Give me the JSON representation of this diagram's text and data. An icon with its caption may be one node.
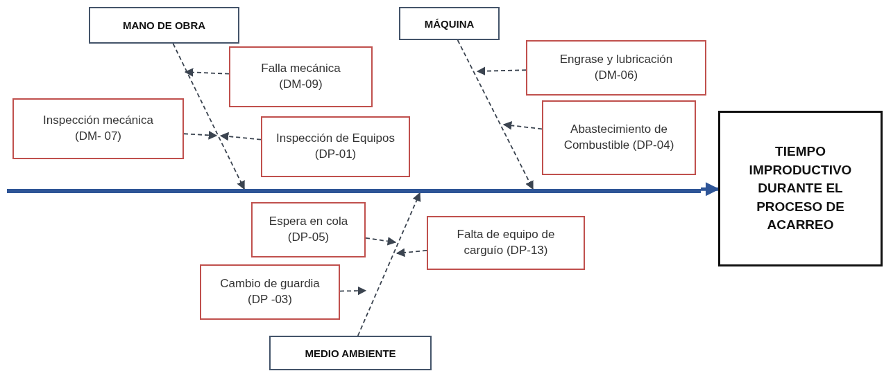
{
  "diagram": {
    "nodes": [
      {
        "text": [
          "MANO DE OBRA"
        ]
      },
      {
        "text": [
          "Falla mecánica (DM-09)"
        ]
      },
      {
        "text": [
          "Inspección mecánica (DM- 07)"
        ]
      },
      {
        "text": [
          "Inspección de Equipos (DP-01)"
        ]
      },
      {
        "text": [
          "MÁQUINA"
        ]
      },
      {
        "text": [
          "Engrase y lubricación (DM-06)"
        ]
      },
      {
        "text": [
          "Abastecimiento de Combustible (DP-04)"
        ]
      },
      {
        "text": [
          "TIEMPO IMPRODUCTIVO DURANTE EL PROCESO DE ACARREO"
        ]
      },
      {
        "text": [
          "Espera en cola (DP-05)"
        ]
      },
      {
        "text": [
          "Falta de equipo de carguío (DP-13)"
        ]
      },
      {
        "text": [
          "Cambio de guardia (DP -03)"
        ]
      },
      {
        "text": [
          "MEDIO AMBIENTE"
        ]
      },
      {
        "text": [],
        "shape": "bar"
      }
    ],
    "edges": [
      {
        "from": 12,
        "to": 7,
        "arrow": "to",
        "style": "thick",
        "color": "#2e5597"
      },
      {
        "from": 0,
        "to": 12,
        "arrow": "to",
        "style": "dashed"
      },
      {
        "from": 1,
        "to": null,
        "arrow": "to",
        "style": "dashed"
      },
      {
        "from": 2,
        "to": null,
        "arrow": "to",
        "style": "dashed"
      },
      {
        "from": 3,
        "to": null,
        "arrow": "to",
        "style": "dashed"
      },
      {
        "from": 4,
        "to": 12,
        "arrow": "to",
        "style": "dashed"
      },
      {
        "from": 5,
        "to": null,
        "arrow": "to",
        "style": "dashed"
      },
      {
        "from": 6,
        "to": null,
        "arrow": "to",
        "style": "dashed"
      },
      {
        "from": 11,
        "to": 12,
        "arrow": "to",
        "style": "dashed"
      },
      {
        "from": 8,
        "to": null,
        "arrow": "to",
        "style": "dashed"
      },
      {
        "from": 9,
        "to": null,
        "arrow": "to",
        "style": "dashed"
      },
      {
        "from": 10,
        "to": null,
        "arrow": "to",
        "style": "dashed"
      }
    ]
  }
}
